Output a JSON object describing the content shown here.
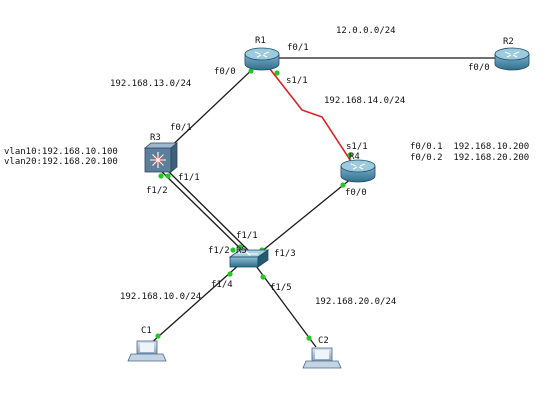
{
  "colors": {
    "link": "#1a1a1a",
    "serial_link": "#e02020",
    "port_dot": "#22c722",
    "router_body": "#2f6f8c",
    "switch_body": "#2c6d88",
    "l3switch_body": "#5d7f9c",
    "pc_body": "#9bb7d4"
  },
  "nodes": {
    "r1": {
      "label": "R1",
      "icon": "router-icon"
    },
    "r2": {
      "label": "R2",
      "icon": "router-icon"
    },
    "r3": {
      "label": "R3",
      "icon": "multilayer-switch-icon"
    },
    "r4": {
      "label": "R4",
      "icon": "router-icon"
    },
    "r5": {
      "label": "R5",
      "icon": "switch-icon"
    },
    "c1": {
      "label": "C1",
      "icon": "pc-icon"
    },
    "c2": {
      "label": "C2",
      "icon": "pc-icon"
    }
  },
  "networks": {
    "r1_r2": "12.0.0.0/24",
    "r1_r3": "192.168.13.0/24",
    "r1_r4": "192.168.14.0/24",
    "c1_lan": "192.168.10.0/24",
    "c2_lan": "192.168.20.0/24"
  },
  "interfaces": {
    "r1_f01": "f0/1",
    "r1_f00": "f0/0",
    "r1_s11": "s1/1",
    "r2_f00": "f0/0",
    "r3_f01": "f0/1",
    "r3_f11": "f1/1",
    "r3_f12": "f1/2",
    "r4_s11": "s1/1",
    "r4_f00": "f0/0",
    "r5_f11": "f1/1",
    "r5_f12": "f1/2",
    "r5_f13": "f1/3",
    "r5_f14": "f1/4",
    "r5_f15": "f1/5"
  },
  "notes": {
    "r3_vlan10": "vlan10:192.168.10.100",
    "r3_vlan20": "vlan20:192.168.20.100",
    "r4_sub1": "f0/0.1  192.168.10.200",
    "r4_sub2": "f0/0.2  192.168.20.200"
  }
}
